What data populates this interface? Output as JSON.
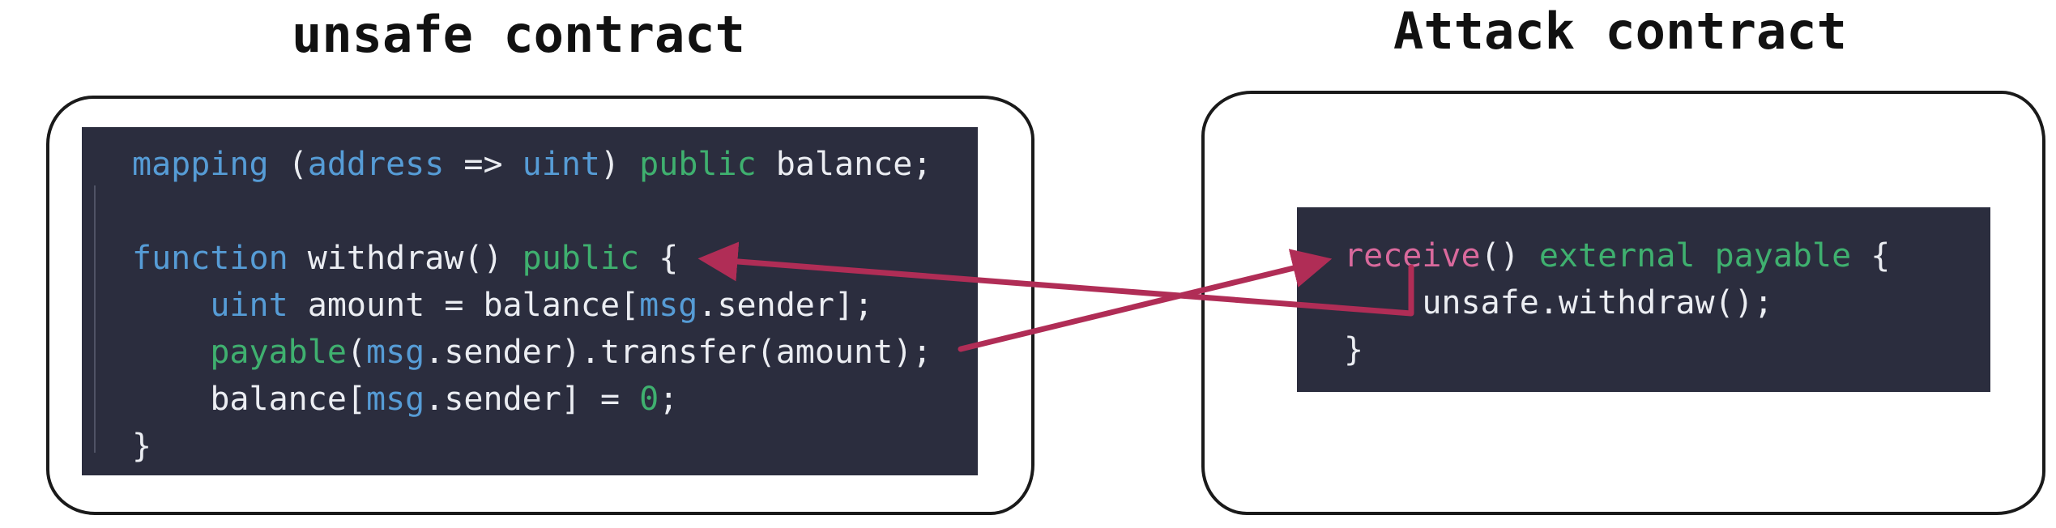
{
  "unsafe_contract": {
    "title": "unsafe contract",
    "code": [
      [
        {
          "t": "mapping ",
          "c": "blue"
        },
        {
          "t": "(",
          "c": "white"
        },
        {
          "t": "address",
          "c": "blue"
        },
        {
          "t": " => ",
          "c": "white"
        },
        {
          "t": "uint",
          "c": "blue"
        },
        {
          "t": ") ",
          "c": "white"
        },
        {
          "t": "public",
          "c": "green"
        },
        {
          "t": " balance;",
          "c": "white"
        }
      ],
      [],
      [
        {
          "t": "function",
          "c": "blue"
        },
        {
          "t": " withdraw() ",
          "c": "white"
        },
        {
          "t": "public",
          "c": "green"
        },
        {
          "t": " {",
          "c": "white"
        }
      ],
      [
        {
          "t": "    ",
          "c": "white"
        },
        {
          "t": "uint",
          "c": "blue"
        },
        {
          "t": " amount = balance[",
          "c": "white"
        },
        {
          "t": "msg",
          "c": "blue"
        },
        {
          "t": ".sender];",
          "c": "white"
        }
      ],
      [
        {
          "t": "    ",
          "c": "white"
        },
        {
          "t": "payable",
          "c": "green"
        },
        {
          "t": "(",
          "c": "white"
        },
        {
          "t": "msg",
          "c": "blue"
        },
        {
          "t": ".sender).transfer(amount);",
          "c": "white"
        }
      ],
      [
        {
          "t": "    balance[",
          "c": "white"
        },
        {
          "t": "msg",
          "c": "blue"
        },
        {
          "t": ".sender] = ",
          "c": "white"
        },
        {
          "t": "0",
          "c": "green"
        },
        {
          "t": ";",
          "c": "white"
        }
      ],
      [
        {
          "t": "}",
          "c": "white"
        }
      ]
    ]
  },
  "attack_contract": {
    "title": "Attack contract",
    "code": [
      [
        {
          "t": "receive",
          "c": "pink"
        },
        {
          "t": "() ",
          "c": "white"
        },
        {
          "t": "external",
          "c": "green"
        },
        {
          "t": " ",
          "c": "white"
        },
        {
          "t": "payable",
          "c": "green"
        },
        {
          "t": " {",
          "c": "white"
        }
      ],
      [
        {
          "t": "    unsafe.withdraw();",
          "c": "white"
        }
      ],
      [
        {
          "t": "}",
          "c": "white"
        }
      ]
    ]
  },
  "colors": {
    "canvas_bg": "#ffffff",
    "title_text": "#111111",
    "box_border": "#1a1a1a",
    "code_bg": "#2b2d3e",
    "code_blue": "#569cd6",
    "code_green": "#3fb06f",
    "code_pink": "#d9699c",
    "code_white": "#ebedf2",
    "indent_guide": "rgba(150,155,175,0.35)",
    "arrow": "#b02d56"
  }
}
